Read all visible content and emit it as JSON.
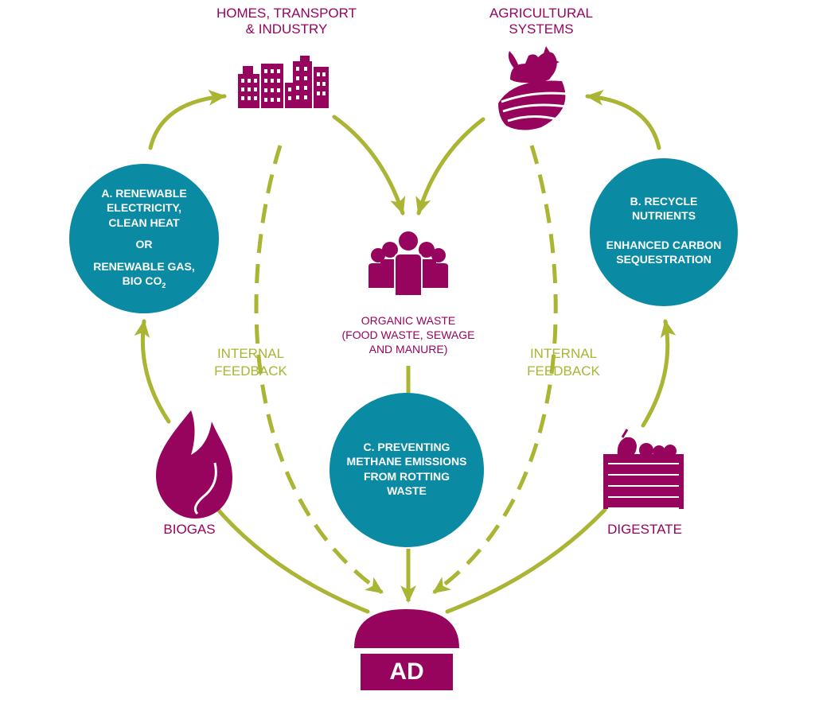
{
  "nodes": {
    "homes": {
      "lines": [
        "HOMES, TRANSPORT",
        "& INDUSTRY"
      ]
    },
    "agri": {
      "lines": [
        "AGRICULTURAL",
        "SYSTEMS"
      ]
    },
    "circle_a": {
      "line1": "A. RENEWABLE",
      "line2": "ELECTRICITY,",
      "line3": "CLEAN HEAT",
      "line4": "OR",
      "line5": "RENEWABLE GAS,",
      "line6_main": "BIO CO",
      "line6_sub": "2"
    },
    "circle_b": {
      "line1": "B. RECYCLE",
      "line2": "NUTRIENTS",
      "line3": "ENHANCED CARBON",
      "line4": "SEQUESTRATION"
    },
    "circle_c": {
      "lines": [
        "C. PREVENTING",
        "METHANE EMISSIONS",
        "FROM ROTTING",
        "WASTE"
      ]
    },
    "organic_waste": {
      "lines": [
        "ORGANIC WASTE",
        "(FOOD WASTE, SEWAGE",
        "AND MANURE)"
      ]
    },
    "feedback_left": {
      "lines": [
        "INTERNAL",
        "FEEDBACK"
      ]
    },
    "feedback_right": {
      "lines": [
        "INTERNAL",
        "FEEDBACK"
      ]
    },
    "biogas": {
      "label": "BIOGAS"
    },
    "digestate": {
      "label": "DIGESTATE"
    },
    "ad": {
      "label": "AD"
    }
  },
  "icons": [
    "city-buildings-icon",
    "rooster-field-icon",
    "people-group-icon",
    "flame-icon",
    "produce-crate-icon",
    "digester-dome-icon"
  ],
  "colors": {
    "magenta": "#97045e",
    "teal": "#0b8aa3",
    "olive": "#a9b533",
    "white": "#ffffff"
  }
}
